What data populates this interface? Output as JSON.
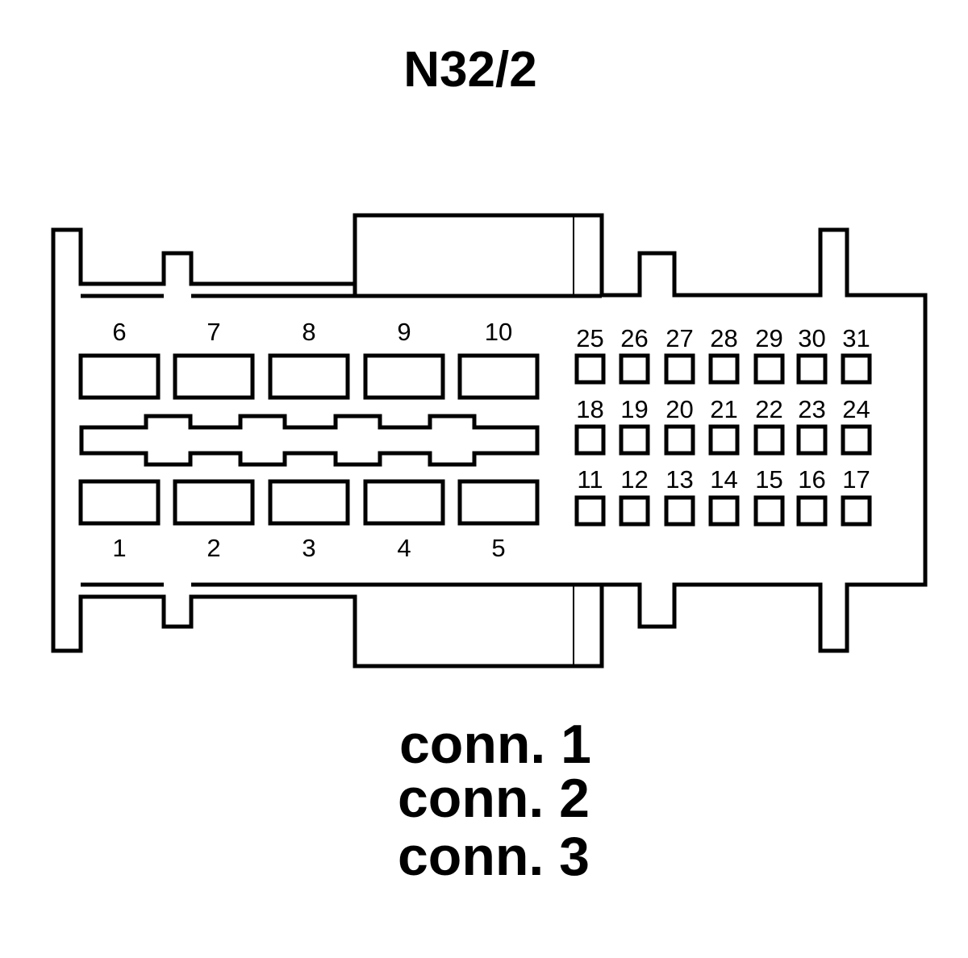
{
  "title": "N32/2",
  "connectors": [
    "conn. 1",
    "conn. 2",
    "conn. 3"
  ],
  "pins": {
    "large_top": [
      "6",
      "7",
      "8",
      "9",
      "10"
    ],
    "large_bottom": [
      "1",
      "2",
      "3",
      "4",
      "5"
    ],
    "small_row_top": [
      "25",
      "26",
      "27",
      "28",
      "29",
      "30",
      "31"
    ],
    "small_row_middle": [
      "18",
      "19",
      "20",
      "21",
      "22",
      "23",
      "24"
    ],
    "small_row_bottom": [
      "11",
      "12",
      "13",
      "14",
      "15",
      "16",
      "17"
    ]
  },
  "colors": {
    "stroke": "#000000",
    "background": "#ffffff"
  }
}
